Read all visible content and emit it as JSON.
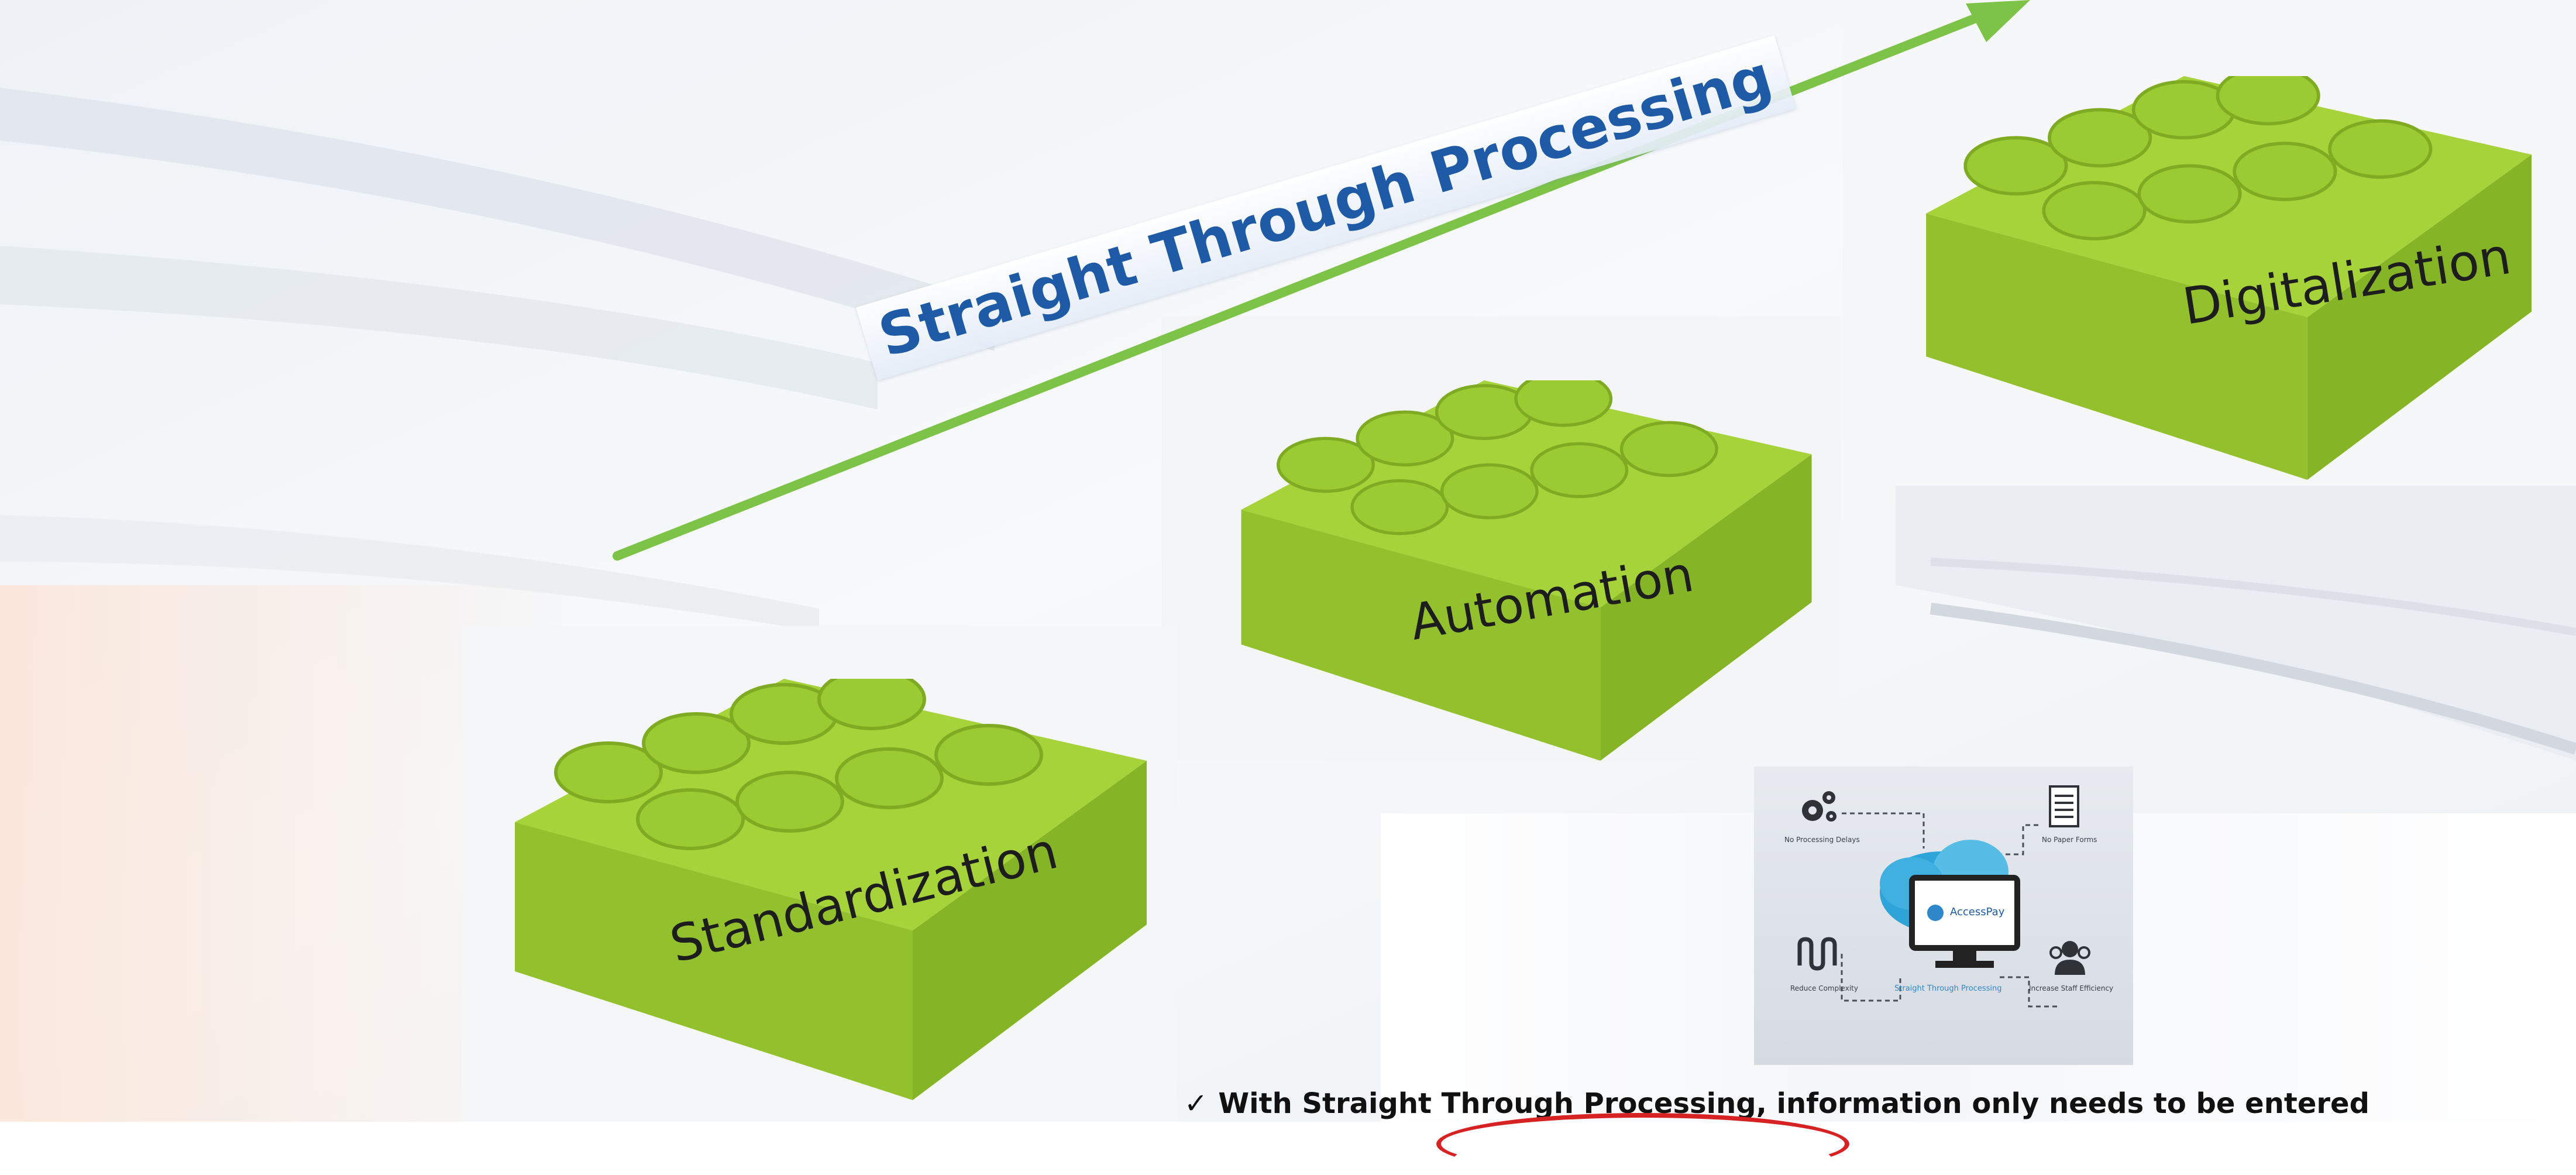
{
  "arrow": {
    "label": "Straight Through Processing",
    "color": "#7cc348"
  },
  "bricks": [
    {
      "label": "Standardization"
    },
    {
      "label": "Automation"
    },
    {
      "label": "Digitalization"
    }
  ],
  "brick_color": "#a6d33a",
  "inset": {
    "logo_text": "AccessPay",
    "caption_center": "Straight Through Processing",
    "nodes": [
      {
        "label": "No Processing Delays",
        "icon": "gears-icon"
      },
      {
        "label": "No Paper Forms",
        "icon": "document-icon"
      },
      {
        "label": "Reduce Complexity",
        "icon": "wave-icon"
      },
      {
        "label": "Increase Staff Efficiency",
        "icon": "people-icon"
      }
    ]
  },
  "bullet": {
    "check": "✓",
    "text": "With Straight Through Processing, information only needs to be entered"
  }
}
